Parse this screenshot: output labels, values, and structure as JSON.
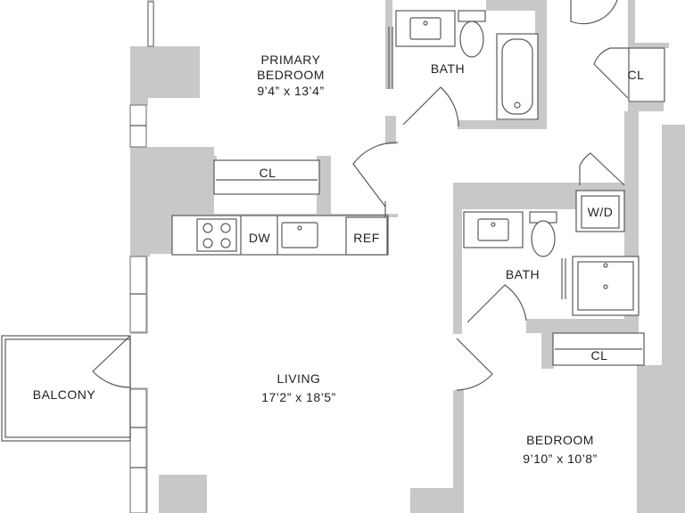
{
  "labels": {
    "primary_bedroom_line1": "PRIMARY",
    "primary_bedroom_line2": "BEDROOM",
    "primary_bedroom_dims": "9’4” x 13’4”",
    "bath_primary": "BATH",
    "closet_top_right": "CL",
    "closet_primary": "CL",
    "dishwasher": "DW",
    "refrigerator": "REF",
    "washer_dryer": "W/D",
    "bath_second": "BATH",
    "closet_second": "CL",
    "living": "LIVING",
    "living_dims": "17’2” x 18’5”",
    "balcony": "BALCONY",
    "bedroom": "BEDROOM",
    "bedroom_dims": "9’10” x 10’8”"
  },
  "colors": {
    "wall": "#c8c8c8",
    "line": "#5a5a5a",
    "background": "#ffffff",
    "text": "#222222"
  }
}
